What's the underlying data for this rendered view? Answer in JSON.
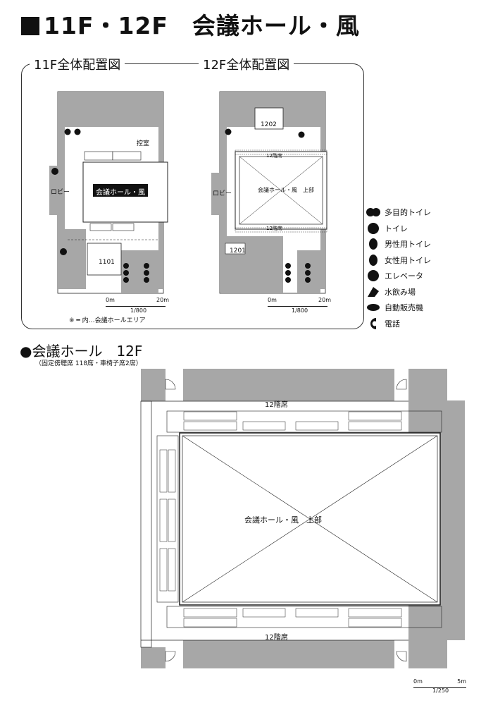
{
  "title": "11F・12F　会議ホール・風",
  "maps": {
    "f11": {
      "title": "11F全体配置図",
      "hall_label": "会議ホール・風",
      "lobby": "ロビー",
      "room_1101": "1101",
      "room_small": "控室",
      "scale_left": "0m",
      "scale_right": "20m",
      "scale_ratio": "1/800",
      "note": "※ ━ 内…会議ホールエリア"
    },
    "f12": {
      "title": "12F全体配置図",
      "hall_label": "会議ホール・風　上部",
      "lobby": "ロビー",
      "room_1202": "1202",
      "room_1201": "1201",
      "seats_top": "12階席",
      "seats_bottom": "12階席",
      "scale_left": "0m",
      "scale_right": "20m",
      "scale_ratio": "1/800"
    }
  },
  "legend": [
    {
      "icon": "multipurpose-toilet-icon",
      "label": "多目的トイレ"
    },
    {
      "icon": "toilet-icon",
      "label": "トイレ"
    },
    {
      "icon": "mens-toilet-icon",
      "label": "男性用トイレ"
    },
    {
      "icon": "womens-toilet-icon",
      "label": "女性用トイレ"
    },
    {
      "icon": "elevator-icon",
      "label": "エレベータ"
    },
    {
      "icon": "drinking-fountain-icon",
      "label": "水飲み場"
    },
    {
      "icon": "vending-machine-icon",
      "label": "自動販売機"
    },
    {
      "icon": "phone-icon",
      "label": "電話"
    }
  ],
  "hall": {
    "title": "●会議ホール　12F",
    "subtitle": "（固定傍聴席 118席・車椅子席2席）",
    "center_label": "会議ホール・風　上部",
    "seats_top": "12階席",
    "seats_bottom": "12階席",
    "scale_left": "0m",
    "scale_right": "5m",
    "scale_ratio": "1/250"
  },
  "colors": {
    "wall": "#a7a7a7",
    "line": "#222222",
    "background": "#ffffff"
  }
}
